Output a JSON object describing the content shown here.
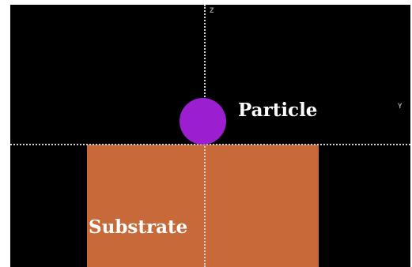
{
  "diagram": {
    "axes": {
      "vertical": "Z",
      "horizontal": "Y"
    },
    "labels": {
      "particle": "Particle",
      "substrate": "Substrate"
    },
    "colors": {
      "background": "#000000",
      "particle": "#9b1fd0",
      "substrate": "#c8693a",
      "axis": "#cfcfcf",
      "label_text": "#ffffff"
    }
  }
}
